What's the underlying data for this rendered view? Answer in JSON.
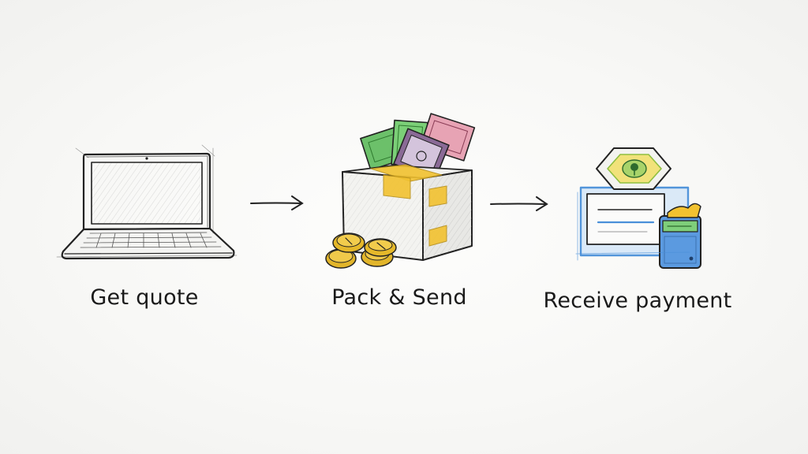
{
  "steps": [
    {
      "label": "Get quote",
      "icon": "laptop-icon"
    },
    {
      "label": "Pack & Send",
      "icon": "box-with-cash-icon"
    },
    {
      "label": "Receive payment",
      "icon": "payment-card-icon"
    }
  ],
  "colors": {
    "ink": "#222222",
    "cash_green": "#5cb85c",
    "cash_pink": "#d98ba0",
    "cash_purple": "#7b5a86",
    "tape_yellow": "#f2c230",
    "coin_gold": "#e5b82a",
    "payment_blue": "#4a90d9",
    "seal_green": "#8fbf3f"
  }
}
